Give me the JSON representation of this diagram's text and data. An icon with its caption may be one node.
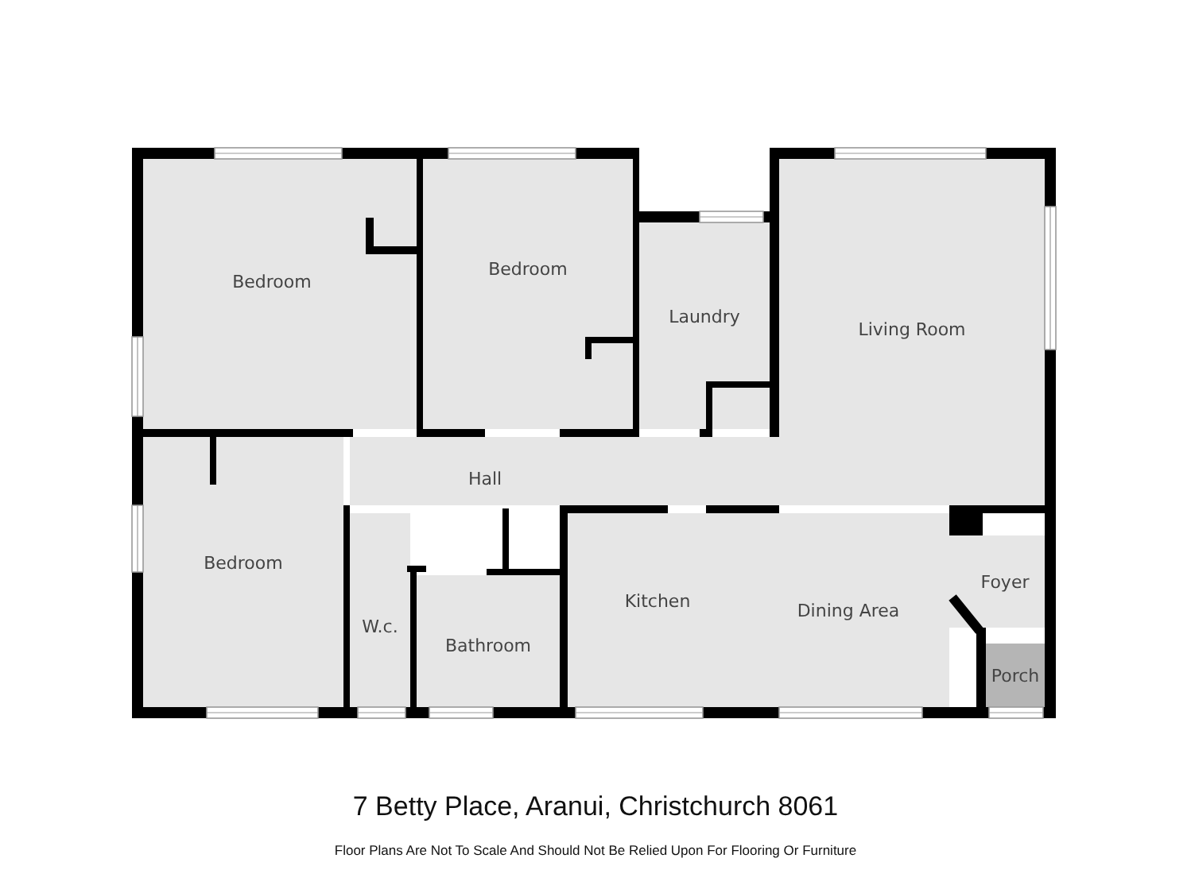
{
  "diagram": {
    "title": "7 Betty Place, Aranui, Christchurch 8061",
    "caption": "Floor Plans Are Not To Scale And Should Not Be Relied Upon For Flooring Or Furniture",
    "nodes": [
      {
        "text": [
          "Bedroom"
        ]
      },
      {
        "text": [
          "Bedroom"
        ]
      },
      {
        "text": [
          "Laundry"
        ]
      },
      {
        "text": [
          "Living Room"
        ]
      },
      {
        "text": [
          "Hall"
        ]
      },
      {
        "text": [
          "Bedroom"
        ]
      },
      {
        "text": [
          "W.c."
        ]
      },
      {
        "text": [
          "Bathroom"
        ]
      },
      {
        "text": [
          "Kitchen"
        ]
      },
      {
        "text": [
          "Dining Area"
        ]
      },
      {
        "text": [
          "Foyer"
        ]
      },
      {
        "text": [
          "Porch"
        ]
      }
    ]
  }
}
